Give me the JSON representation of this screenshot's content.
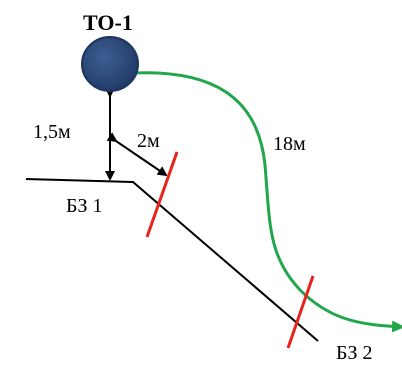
{
  "diagram": {
    "node_title": "ТО-1",
    "labels": {
      "vertical_distance": "1,5м",
      "perpendicular_distance": "2м",
      "curve_distance": "18м",
      "zone_1": "БЗ 1",
      "zone_2": "БЗ 2"
    },
    "colors": {
      "node_fill": "#2e4d7c",
      "node_stroke": "#1f3560",
      "curve": "#22a64b",
      "barrier": "#e8231e",
      "line": "#000000"
    }
  }
}
